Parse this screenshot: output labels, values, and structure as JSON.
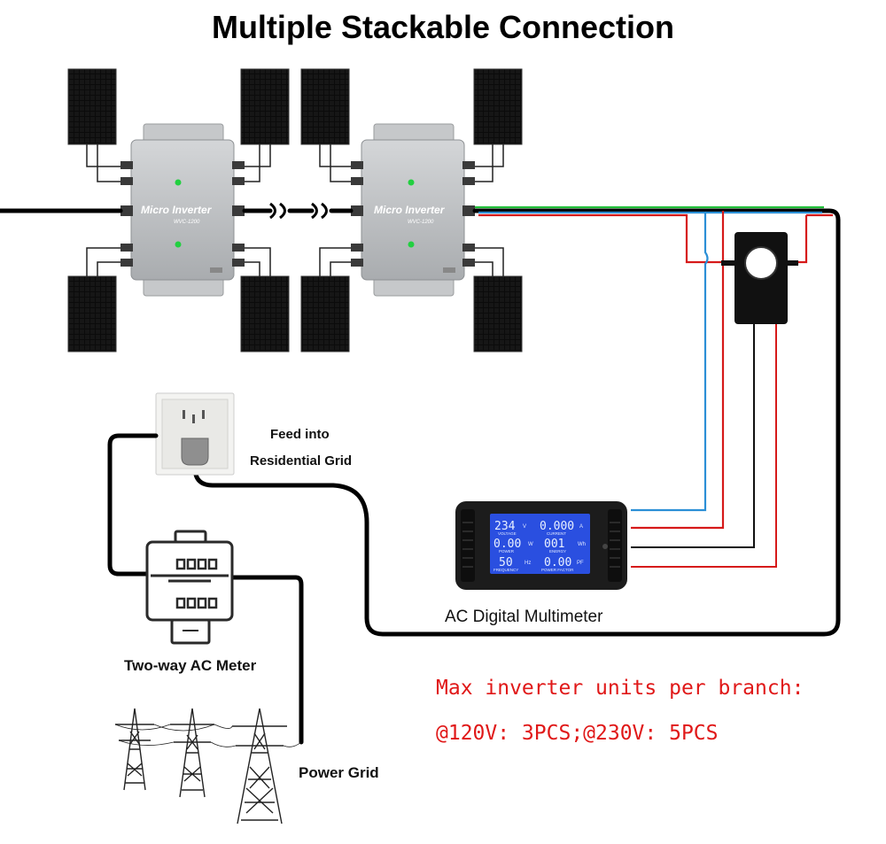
{
  "title": "Multiple Stackable Connection",
  "inverter": {
    "brand": "Micro Inverter",
    "model": "WVC-1200"
  },
  "labels": {
    "feed_line1": "Feed into",
    "feed_line2": "Residential Grid",
    "meter": "Two-way AC Meter",
    "power_grid": "Power Grid",
    "multimeter": "AC Digital Multimeter"
  },
  "multimeter_display": {
    "voltage_value": "234",
    "voltage_unit": "V",
    "voltage_label": "VOLTAGE",
    "current_value": "0.000",
    "current_unit": "A",
    "current_label": "CURRENT",
    "power_value": "0.00",
    "power_unit": "W",
    "power_label": "POWER",
    "energy_value": "001",
    "energy_unit": "Wh",
    "energy_label": "ENERGY",
    "frequency_value": "50",
    "frequency_unit": "Hz",
    "frequency_label": "FREQUENCY",
    "pf_value": "0.00",
    "pf_unit": "PF",
    "pf_label": "POWER FACTOR"
  },
  "note": {
    "line1": "Max inverter units per branch:",
    "line2": "@120V: 3PCS;@230V: 5PCS"
  },
  "colors": {
    "note_red": "#e01818",
    "wire_black": "#000000",
    "wire_red": "#d61a1a",
    "wire_blue": "#2b8fd6",
    "wire_green": "#22c03a",
    "lcd_blue": "#2a4fe0"
  }
}
